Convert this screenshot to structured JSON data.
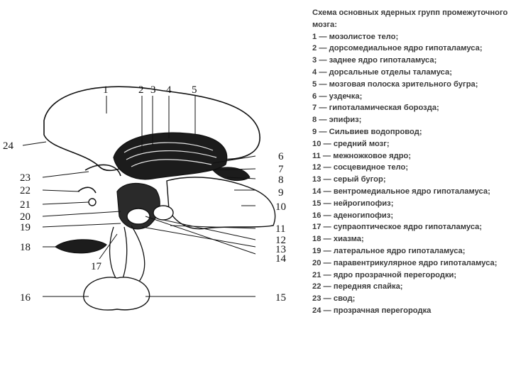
{
  "legend": {
    "title": "Схема основных ядерных групп промежуточного мозга:",
    "items": [
      "1 — мозолистое тело;",
      " 2 — дорсомедиальное ядро гипоталамуса;",
      " 3 — заднее ядро гипоталамуса;",
      "4 — дорсальные отделы таламуса;",
      "5 — мозговая полоска зрительного бугра;",
      "6 — уздечка;",
      "7 — гипоталамическая борозда;",
      " 8 — эпифиз;",
      " 9 — Сильвиев водопровод;",
      "10 — средний мозг;",
      "11 — межножковое ядро;",
      "12 — сосцевидное тело;",
      "13 — серый бугор;",
      "14 — вентромедиальное ядро гипоталамуса;",
      "15 — нейрогипофиз;",
      "16 — аденогипофиз;",
      "17 — супраоптическое ядро гипоталамуса;",
      "18 — хиазма;",
      "19 — латеральное ядро гипоталамуса;",
      " 20 — паравентрикулярное ядро гипоталамуса;",
      "21 — ядро прозрачной перегородки;",
      "22 — передняя спайка;",
      "23 — свод;",
      "24 — прозрачная перегородка"
    ]
  },
  "diagram": {
    "labels": {
      "n1": "1",
      "n2": "2",
      "n3": "3",
      "n4": "4",
      "n5": "5",
      "n6": "6",
      "n7": "7",
      "n8": "8",
      "n9": "9",
      "n10": "10",
      "n11": "11",
      "n12": "12",
      "n13": "13",
      "n14": "14",
      "n15": "15",
      "n16": "16",
      "n17": "17",
      "n18": "18",
      "n19": "19",
      "n20": "20",
      "n21": "21",
      "n22": "22",
      "n23": "23",
      "n24": "24"
    }
  }
}
